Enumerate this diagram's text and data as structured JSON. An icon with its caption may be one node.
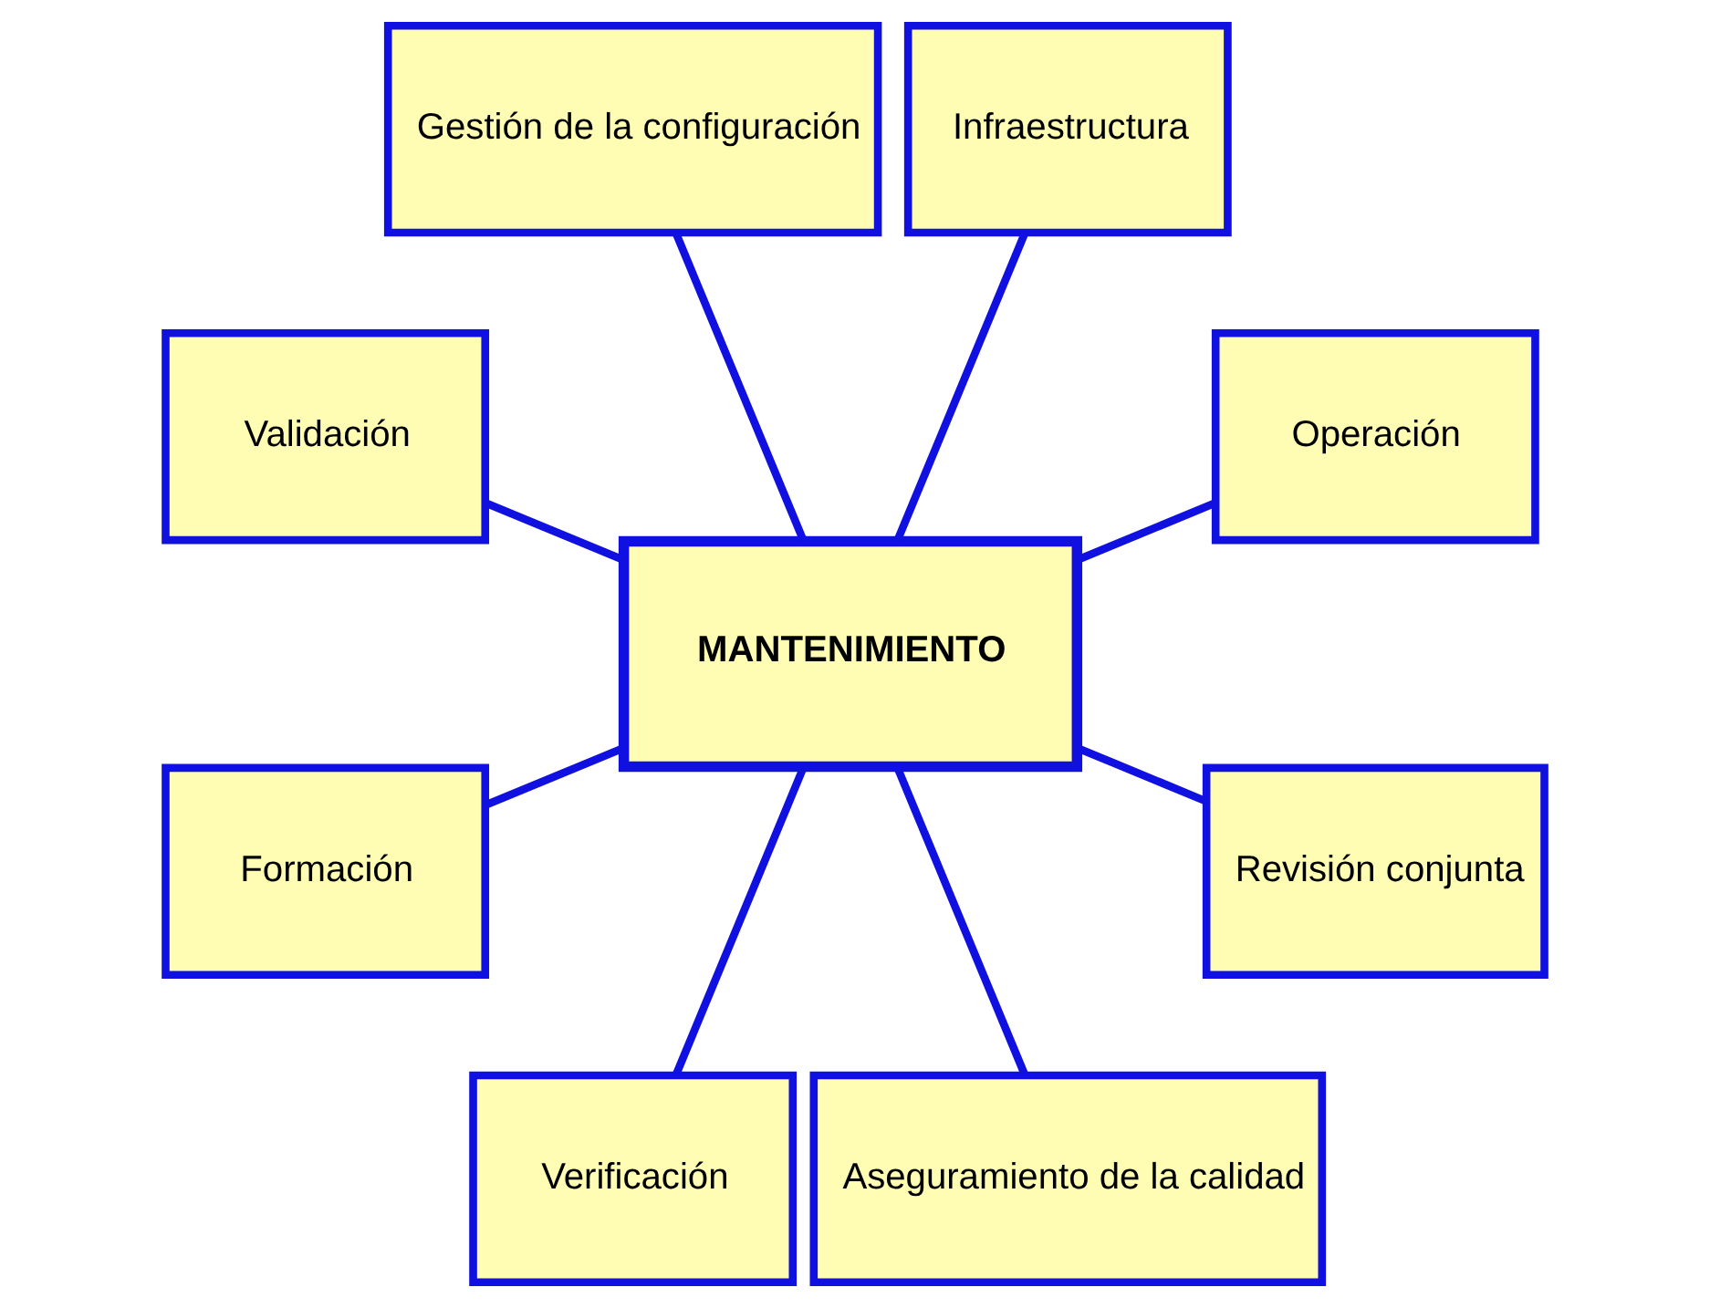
{
  "diagram": {
    "nodes": [
      {
        "text": [
          "Operación"
        ]
      },
      {
        "text": [
          "Infraestructura"
        ]
      },
      {
        "text": [
          "Gestión de la configuración"
        ]
      },
      {
        "text": [
          "Validación"
        ]
      },
      {
        "text": [
          "Formación"
        ]
      },
      {
        "text": [
          "MANTENIMIENTO"
        ]
      },
      {
        "text": [
          "Verificación"
        ]
      },
      {
        "text": [
          "Aseguramiento de la calidad"
        ]
      },
      {
        "text": [
          "Revisión conjunta"
        ]
      }
    ],
    "edges": [
      {
        "from": 5,
        "to": 0,
        "arrow": "none"
      },
      {
        "from": 5,
        "to": 1,
        "arrow": "none"
      },
      {
        "from": 5,
        "to": 2,
        "arrow": "none"
      },
      {
        "from": 5,
        "to": 3,
        "arrow": "none"
      },
      {
        "from": 5,
        "to": 4,
        "arrow": "none"
      },
      {
        "from": 5,
        "to": 6,
        "arrow": "none"
      },
      {
        "from": 5,
        "to": 7,
        "arrow": "none"
      },
      {
        "from": 5,
        "to": 8,
        "arrow": "none"
      }
    ]
  }
}
